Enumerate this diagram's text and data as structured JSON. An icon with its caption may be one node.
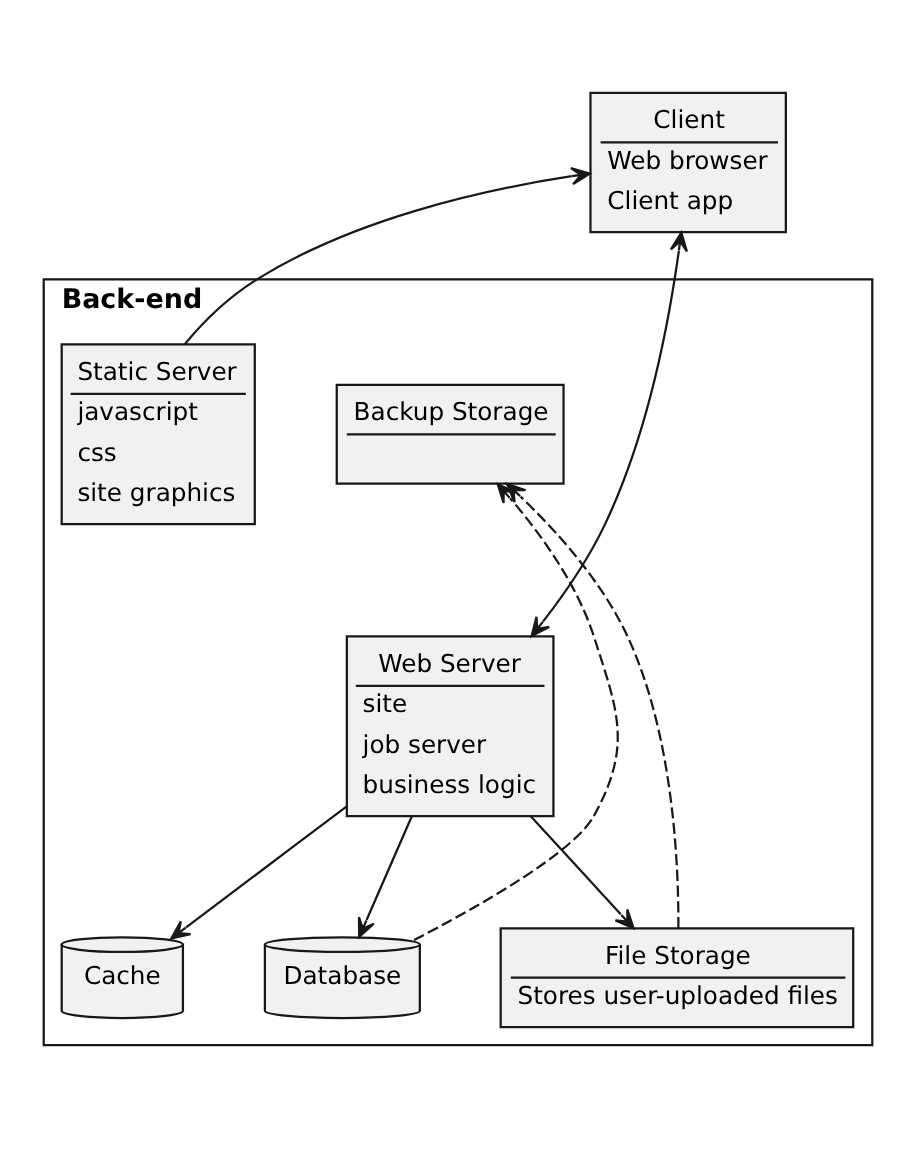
{
  "diagram": {
    "nodes": [
      {
        "text": [
          "Client",
          "Web browser",
          "Client app"
        ]
      },
      {
        "text": [
          "Back-end"
        ]
      },
      {
        "text": [
          "Backup Storage"
        ],
        "in": 1
      },
      {
        "text": [
          "Static Server",
          "javascript",
          "css",
          "site graphics"
        ],
        "in": 1
      },
      {
        "text": [
          "Web Server",
          "site",
          "job server",
          "business logic"
        ],
        "in": 1
      },
      {
        "text": [
          "Cache"
        ],
        "in": 1
      },
      {
        "text": [
          "Database"
        ],
        "in": 1
      },
      {
        "text": [
          "File Storage",
          "Stores user-uploaded files"
        ],
        "in": 1
      }
    ],
    "edges": [
      {
        "from": 0,
        "to": 4,
        "arrow": "both"
      },
      {
        "from": 3,
        "to": 0,
        "arrow": "to"
      },
      {
        "from": 6,
        "to": 2,
        "arrow": "to",
        "style": "dashed"
      },
      {
        "from": 7,
        "to": 2,
        "arrow": "to",
        "style": "dashed"
      },
      {
        "from": 4,
        "to": 5,
        "arrow": "to"
      },
      {
        "from": 4,
        "to": 6,
        "arrow": "to"
      },
      {
        "from": 4,
        "to": 7,
        "arrow": "to"
      }
    ]
  }
}
